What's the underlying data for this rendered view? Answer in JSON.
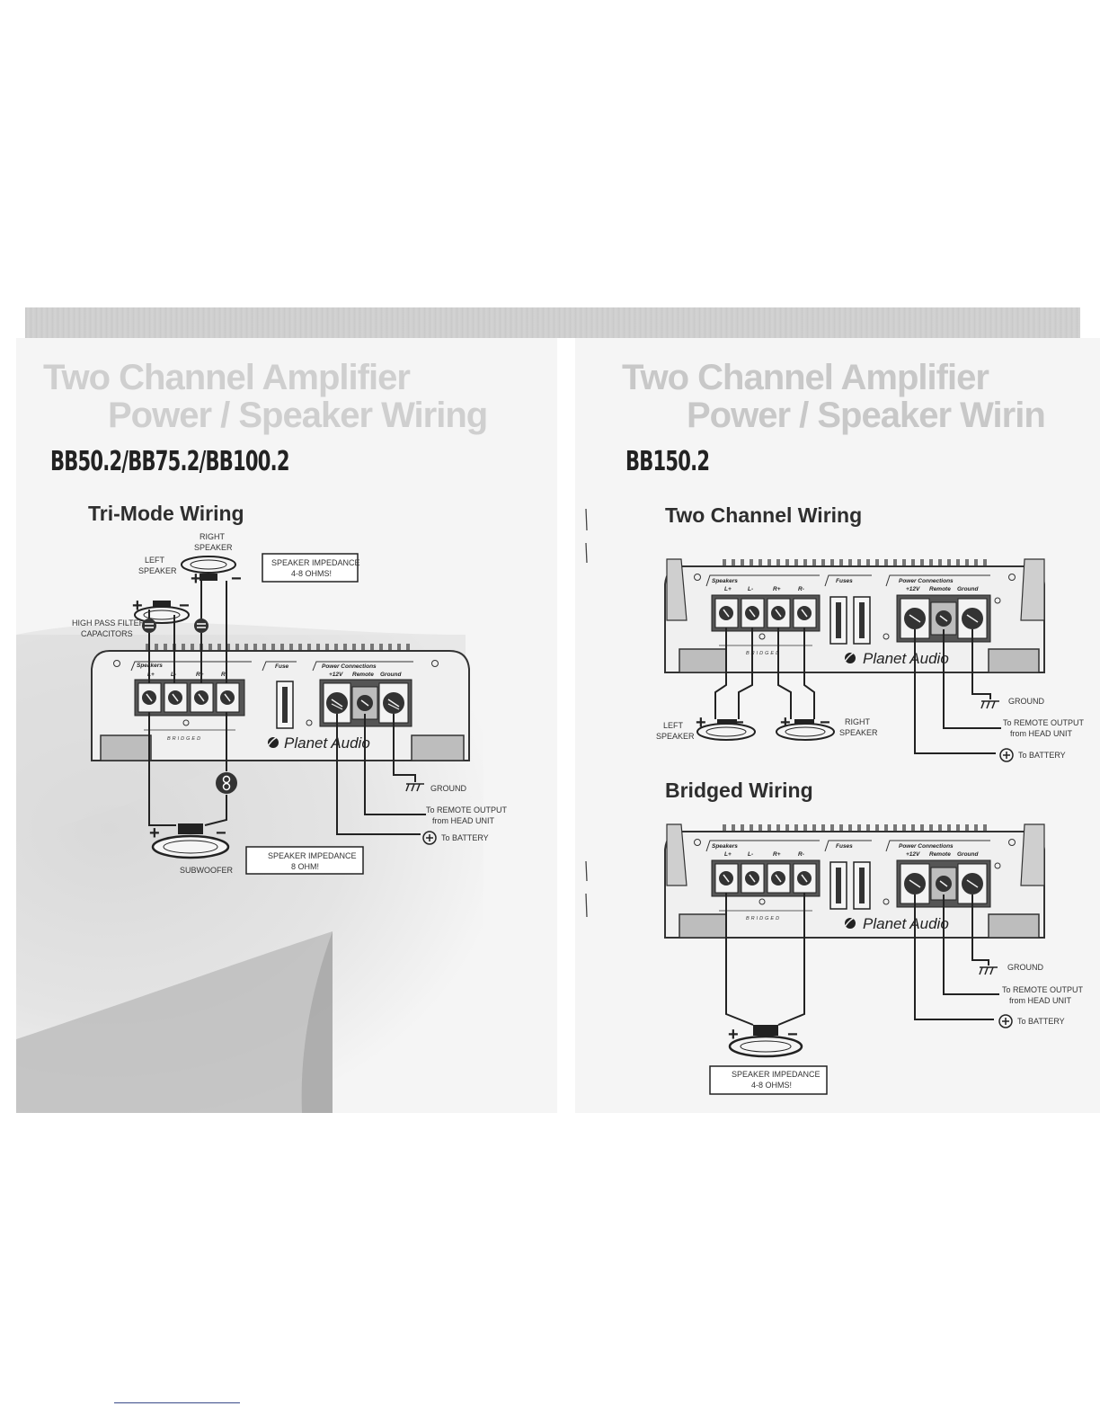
{
  "page_title": "Two Channel Amplifier",
  "page_subtitle": "Power / Speaker Wiring",
  "left_page": {
    "title_line1": "Two Channel Amplifier",
    "title_line2": "Power / Speaker Wiring",
    "model": "BB50.2/BB75.2/BB100.2",
    "section": "Tri-Mode Wiring",
    "labels": {
      "right_speaker_1": "RIGHT",
      "right_speaker_2": "SPEAKER",
      "left_speaker_1": "LEFT",
      "left_speaker_2": "SPEAKER",
      "imp_top_1": "SPEAKER IMPEDANCE",
      "imp_top_2": "4-8 OHMS!",
      "hpf_1": "HIGH PASS FILTER",
      "hpf_2": "CAPACITORS",
      "ground": "GROUND",
      "remote_1": "To REMOTE OUTPUT",
      "remote_2": "from HEAD UNIT",
      "battery": "To BATTERY",
      "subwoofer": "SUBWOOFER",
      "imp_bot_1": "SPEAKER IMPEDANCE",
      "imp_bot_2": "8 OHM!"
    }
  },
  "right_page": {
    "title_line1": "Two Channel Amplifier",
    "title_line2": "Power / Speaker Wirin",
    "model": "BB150.2",
    "section_two": "Two Channel Wiring",
    "section_bridged": "Bridged Wiring",
    "labels": {
      "ground": "GROUND",
      "remote_1": "To REMOTE OUTPUT",
      "remote_2": "from HEAD UNIT",
      "battery": "To BATTERY",
      "left_speaker_1": "LEFT",
      "left_speaker_2": "SPEAKER",
      "right_speaker_1": "RIGHT",
      "right_speaker_2": "SPEAKER",
      "imp_1": "SPEAKER IMPEDANCE",
      "imp_2": "4-8 OHMS!"
    }
  },
  "amp": {
    "speakers": "Speakers",
    "lplus": "L+",
    "lminus": "L-",
    "rplus": "R+",
    "rminus": "R-",
    "fuse": "Fuse",
    "fuses": "Fuses",
    "power": "Power Connections",
    "v12": "+12V",
    "remote": "Remote",
    "ground": "Ground",
    "bridged": "BRIDGED",
    "brand": "Planet Audio"
  }
}
